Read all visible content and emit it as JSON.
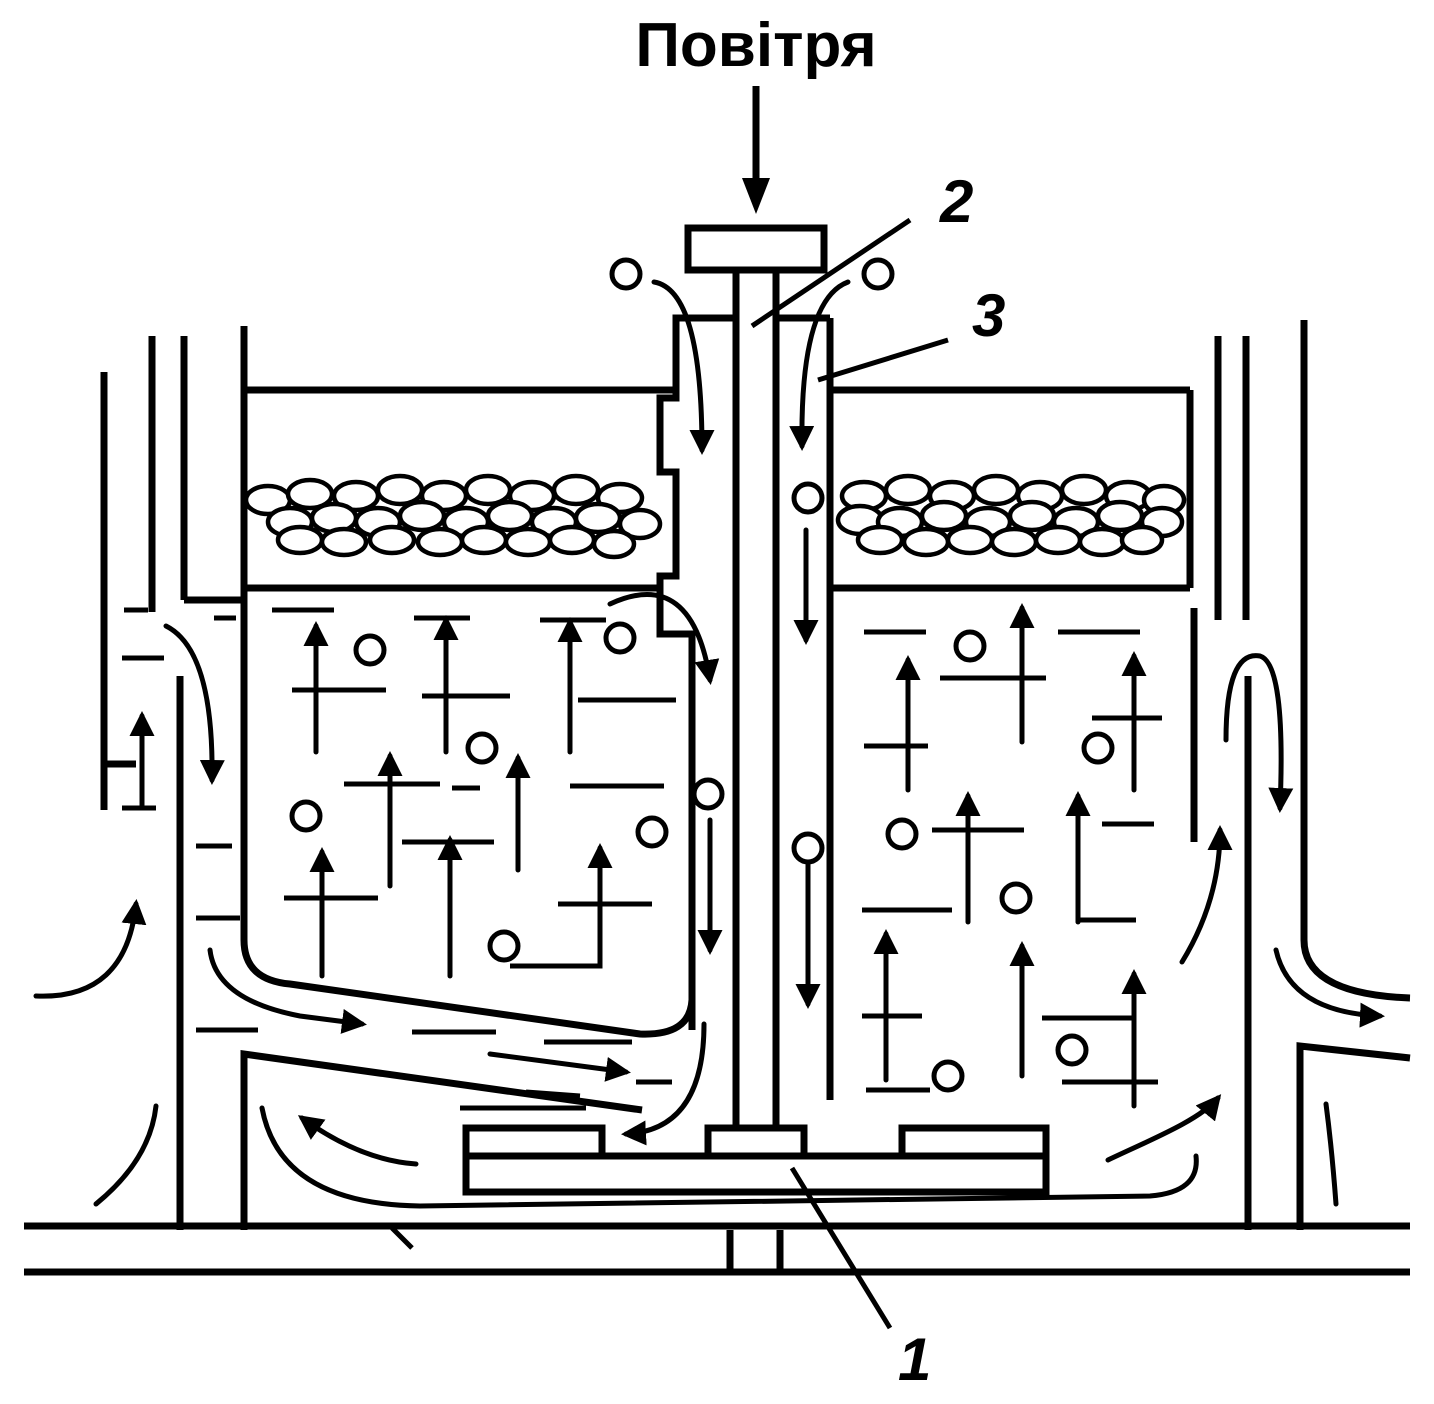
{
  "diagram": {
    "title": "Повітря",
    "callouts": [
      {
        "id": "impeller",
        "text": "1"
      },
      {
        "id": "air-pipe",
        "text": "2"
      },
      {
        "id": "stator-tube",
        "text": "3"
      }
    ]
  }
}
